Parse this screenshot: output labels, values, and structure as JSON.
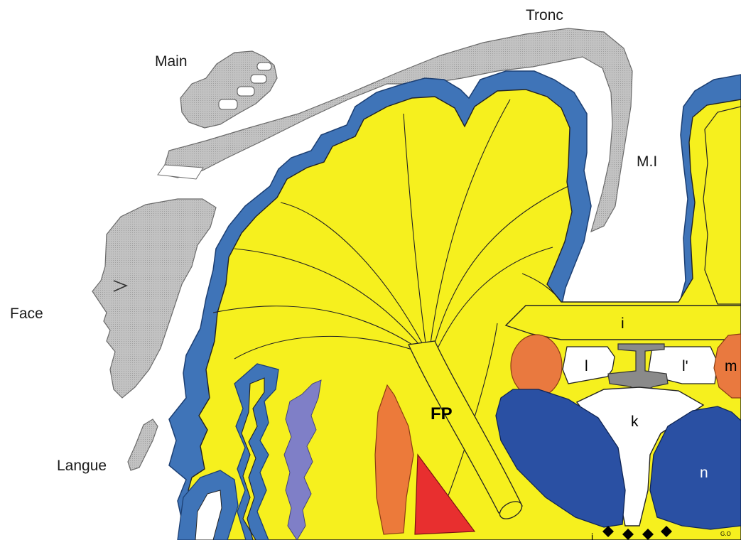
{
  "labels": {
    "main": "Main",
    "tronc": "Tronc",
    "mi": "M.I",
    "face": "Face",
    "langue": "Langue",
    "fp": "FP",
    "i": "i",
    "l": "l",
    "l_prime": "l'",
    "m": "m",
    "k": "k",
    "n": "n",
    "signature": "G.O"
  },
  "colors": {
    "cortex_blue": "#3f74b8",
    "white_matter_yellow": "#f6f01e",
    "homunculus_gray": "#b9b9b9",
    "caudate_orange": "#e9793f",
    "putamen_orange": "#ec7a3a",
    "globus_pallidus_red": "#e82f2f",
    "insula_lavender": "#7f7fc7",
    "thalamus_blue": "#2a50a3",
    "fornix_gray": "#8a8a8a",
    "outline": "#111111"
  }
}
